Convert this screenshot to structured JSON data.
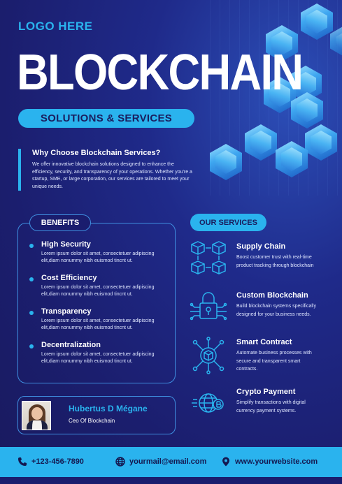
{
  "brand": {
    "logo": "LOGO HERE",
    "headline": "BLOCKCHAIN",
    "subtitle": "SOLUTIONS & SERVICES"
  },
  "why": {
    "title": "Why Choose Blockchain Services?",
    "text": "We offer innovative blockchain solutions designed to enhance the efficiency, security, and transparency of your operations. Whether you're a startup, SME, or large corporation, our services are tailored to meet your unique needs."
  },
  "benefits": {
    "label": "BENEFITS",
    "items": [
      {
        "title": "High Security",
        "text": "Lorem ipsum dolor sit amet, consectetuer adipiscing elit,diam nonummy nibh euismod tincnt ut."
      },
      {
        "title": "Cost Efficiency",
        "text": "Lorem ipsum dolor sit amet, consectetuer adipiscing elit,diam nonummy nibh euismod tincnt ut."
      },
      {
        "title": "Transparency",
        "text": "Lorem ipsum dolor sit amet, consectetuer adipiscing elit,diam nonummy nibh euismod tincnt ut."
      },
      {
        "title": "Decentralization",
        "text": "Lorem ipsum dolor sit amet, consectetuer adipiscing elit,diam nonummy nibh euismod tincnt ut."
      }
    ]
  },
  "profile": {
    "name": "Hubertus D Mégane",
    "role": "Ceo Of Blockchain"
  },
  "services": {
    "label": "OUR SERVICES",
    "items": [
      {
        "title": "Supply Chain",
        "text": "Boost customer trust with real-time product tracking through blockchain",
        "icon": "supply-chain-cubes-icon"
      },
      {
        "title": "Custom Blockchain",
        "text": "Build blockchain systems specifically designed for your business needs.",
        "icon": "circuit-lock-icon"
      },
      {
        "title": "Smart Contract",
        "text": "Automate business processes with secure and transparent smart contracts.",
        "icon": "network-cube-icon"
      },
      {
        "title": "Crypto Payment",
        "text": "Simplify transactions with digital currency payment systems.",
        "icon": "globe-coin-icon"
      }
    ]
  },
  "footer": {
    "phone": "+123-456-7890",
    "email": "yourmail@email.com",
    "website": "www.yourwebsite.com"
  },
  "colors": {
    "accent": "#2ab3ee",
    "background": "#1a1d6e",
    "footer_text": "#141850"
  }
}
